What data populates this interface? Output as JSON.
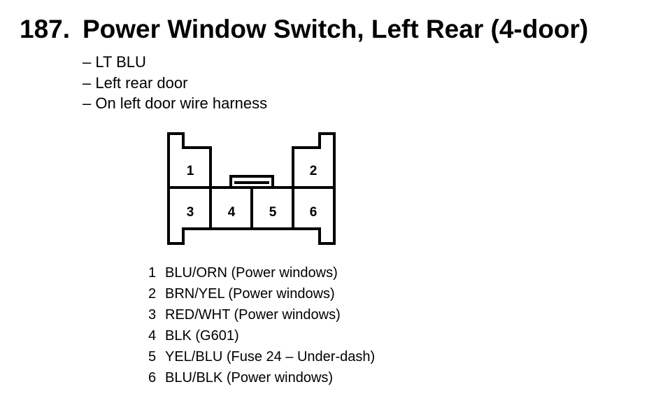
{
  "header": {
    "number": "187.",
    "title": "Power Window Switch, Left Rear (4-door)"
  },
  "details": [
    "– LT BLU",
    "– Left rear door",
    "– On left door wire harness"
  ],
  "connector": {
    "pins": [
      "1",
      "2",
      "3",
      "4",
      "5",
      "6"
    ]
  },
  "pin_descriptions": [
    {
      "pin": "1",
      "text": "BLU/ORN (Power windows)"
    },
    {
      "pin": "2",
      "text": "BRN/YEL (Power windows)"
    },
    {
      "pin": "3",
      "text": "RED/WHT (Power windows)"
    },
    {
      "pin": "4",
      "text": "BLK (G601)"
    },
    {
      "pin": "5",
      "text": "YEL/BLU (Fuse 24 – Under-dash)"
    },
    {
      "pin": "6",
      "text": "BLU/BLK (Power windows)"
    }
  ]
}
